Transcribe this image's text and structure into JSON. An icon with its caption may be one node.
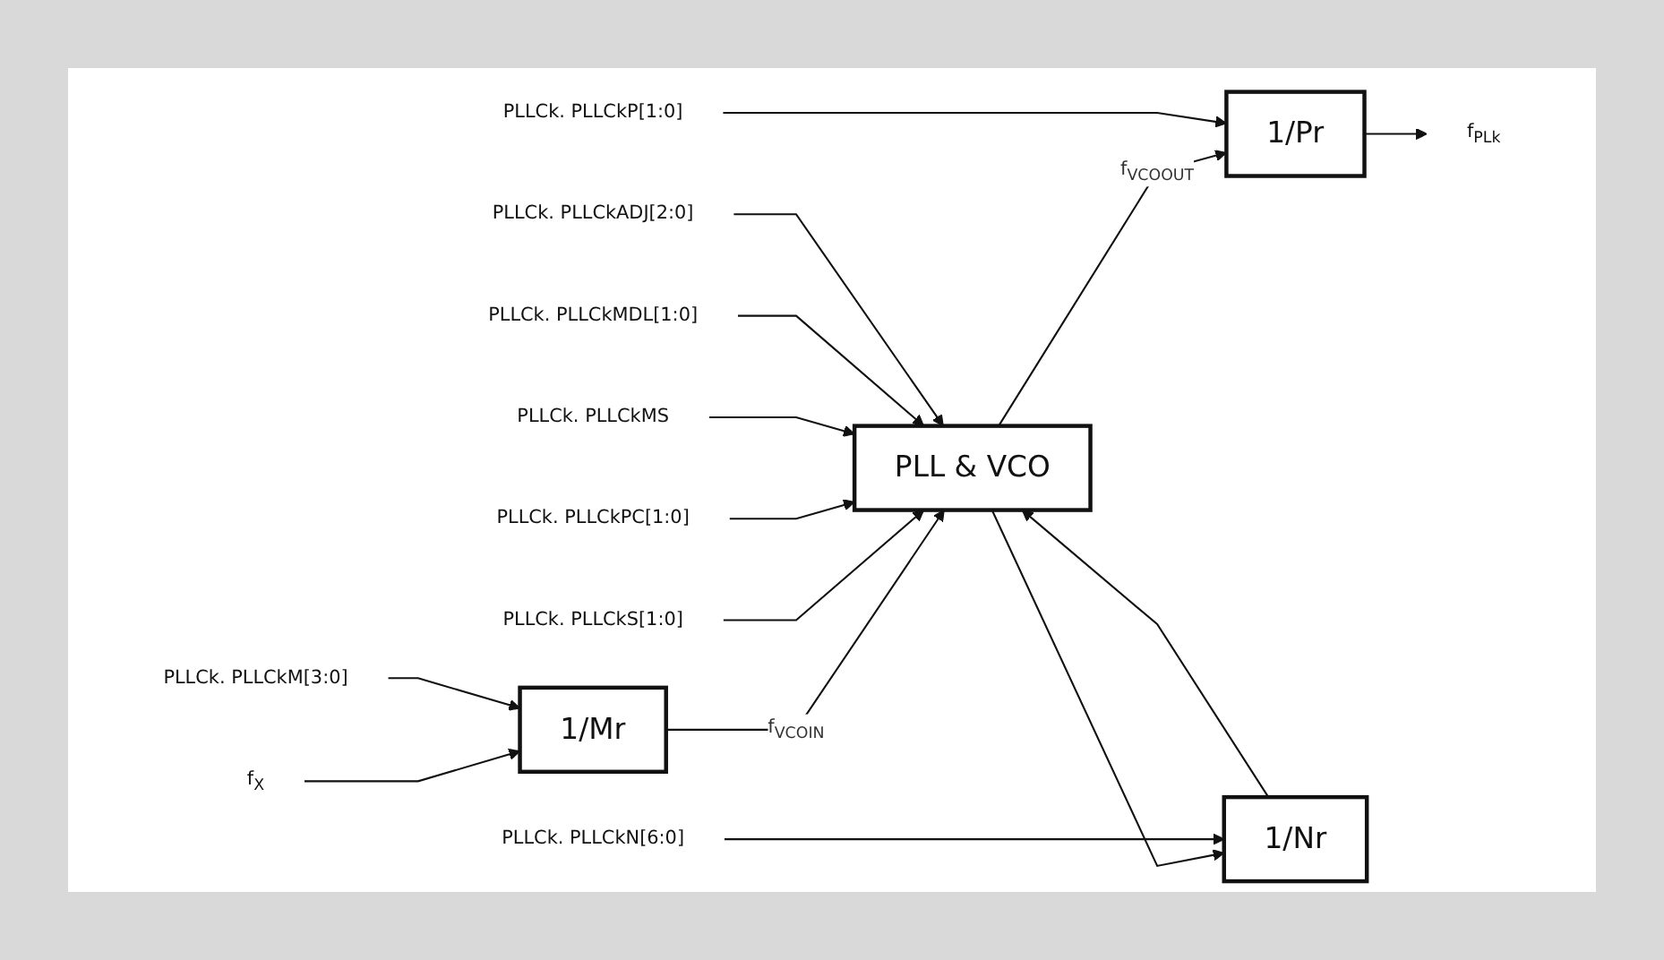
{
  "diagram": {
    "nodes": [
      {
        "text": [
          "f$_{X}$"
        ]
      },
      {
        "text": [
          "1/Mr"
        ]
      },
      {
        "text": [
          "PLLCk. PLLCkM[3:0]"
        ]
      },
      {
        "text": [
          "PLLCk. PLLCkS[1:0]"
        ]
      },
      {
        "text": [
          "PLLCk. PLLCkPC[1:0]"
        ]
      },
      {
        "text": [
          "PLLCk. PLLCkMS"
        ]
      },
      {
        "text": [
          "PLLCk. PLLCkMDL[1:0]"
        ]
      },
      {
        "text": [
          "PLLCk. PLLCkADJ[2:0]"
        ]
      },
      {
        "text": [
          "PLL & VCO"
        ]
      },
      {
        "text": [
          "1/Pr"
        ]
      },
      {
        "text": [
          "PLLCk. PLLCkP[1:0]"
        ]
      },
      {
        "text": [
          "f$_{PLk}$"
        ]
      },
      {
        "text": [
          "1/Nr"
        ]
      },
      {
        "text": [
          "PLLCk. PLLCkN[6:0]"
        ]
      }
    ],
    "edges": [
      {
        "from": 0,
        "to": 1,
        "arrow": "to"
      },
      {
        "from": 2,
        "to": 1,
        "arrow": "to"
      },
      {
        "from": 1,
        "to": 8,
        "arrow": "to",
        "label": "f$_{VCOIN}$"
      },
      {
        "from": 3,
        "to": 8,
        "arrow": "to"
      },
      {
        "from": 4,
        "to": 8,
        "arrow": "to"
      },
      {
        "from": 5,
        "to": 8,
        "arrow": "to"
      },
      {
        "from": 6,
        "to": 8,
        "arrow": "to"
      },
      {
        "from": 7,
        "to": 8,
        "arrow": "to"
      },
      {
        "from": 8,
        "to": 9,
        "arrow": "to",
        "label": "f$_{VCOOUT}$"
      },
      {
        "from": 10,
        "to": 9,
        "arrow": "to"
      },
      {
        "from": 9,
        "to": 11,
        "arrow": "to"
      },
      {
        "from": 8,
        "to": 12,
        "arrow": "to"
      },
      {
        "from": 12,
        "to": 8,
        "arrow": "to"
      },
      {
        "from": 13,
        "to": 12,
        "arrow": "to"
      }
    ]
  }
}
